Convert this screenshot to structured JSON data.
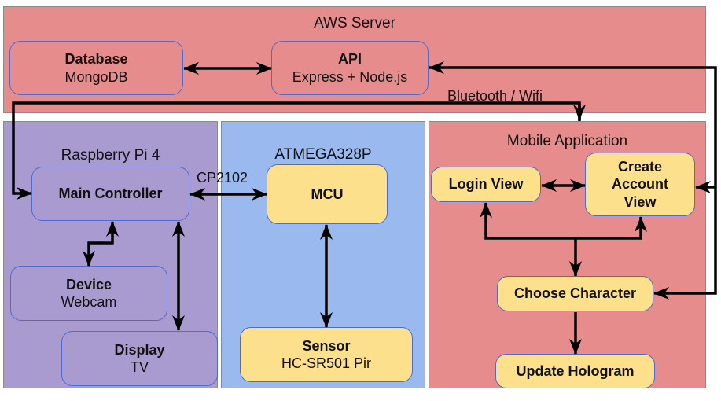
{
  "colors": {
    "aws": "#e68c8c",
    "raspberry": "#a99bcf",
    "atmega": "#99b9ef",
    "mobile": "#e68c8c",
    "node_yellow": "#fde08c",
    "node_border": "#4a6bd8"
  },
  "aws": {
    "label": "AWS Server",
    "database": {
      "title": "Database",
      "subtitle": "MongoDB"
    },
    "api": {
      "title": "API",
      "subtitle": "Express + Node.js"
    }
  },
  "raspberry": {
    "label": "Raspberry Pi 4",
    "main_controller": {
      "title": "Main Controller"
    },
    "device": {
      "title": "Device",
      "subtitle": "Webcam"
    },
    "display": {
      "title": "Display",
      "subtitle": "TV"
    }
  },
  "atmega": {
    "label": "ATMEGA328P",
    "mcu": {
      "title": "MCU"
    },
    "sensor": {
      "title": "Sensor",
      "subtitle": "HC-SR501 Pir"
    }
  },
  "mobile": {
    "label": "Mobile Application",
    "login": {
      "title": "Login View"
    },
    "create_account": {
      "title": "Create Account View"
    },
    "choose_character": {
      "title": "Choose Character"
    },
    "update_hologram": {
      "title": "Update Hologram"
    }
  },
  "connections": {
    "cp2102_label": "CP2102",
    "bluetooth_label": "Bluetooth / Wifi"
  }
}
